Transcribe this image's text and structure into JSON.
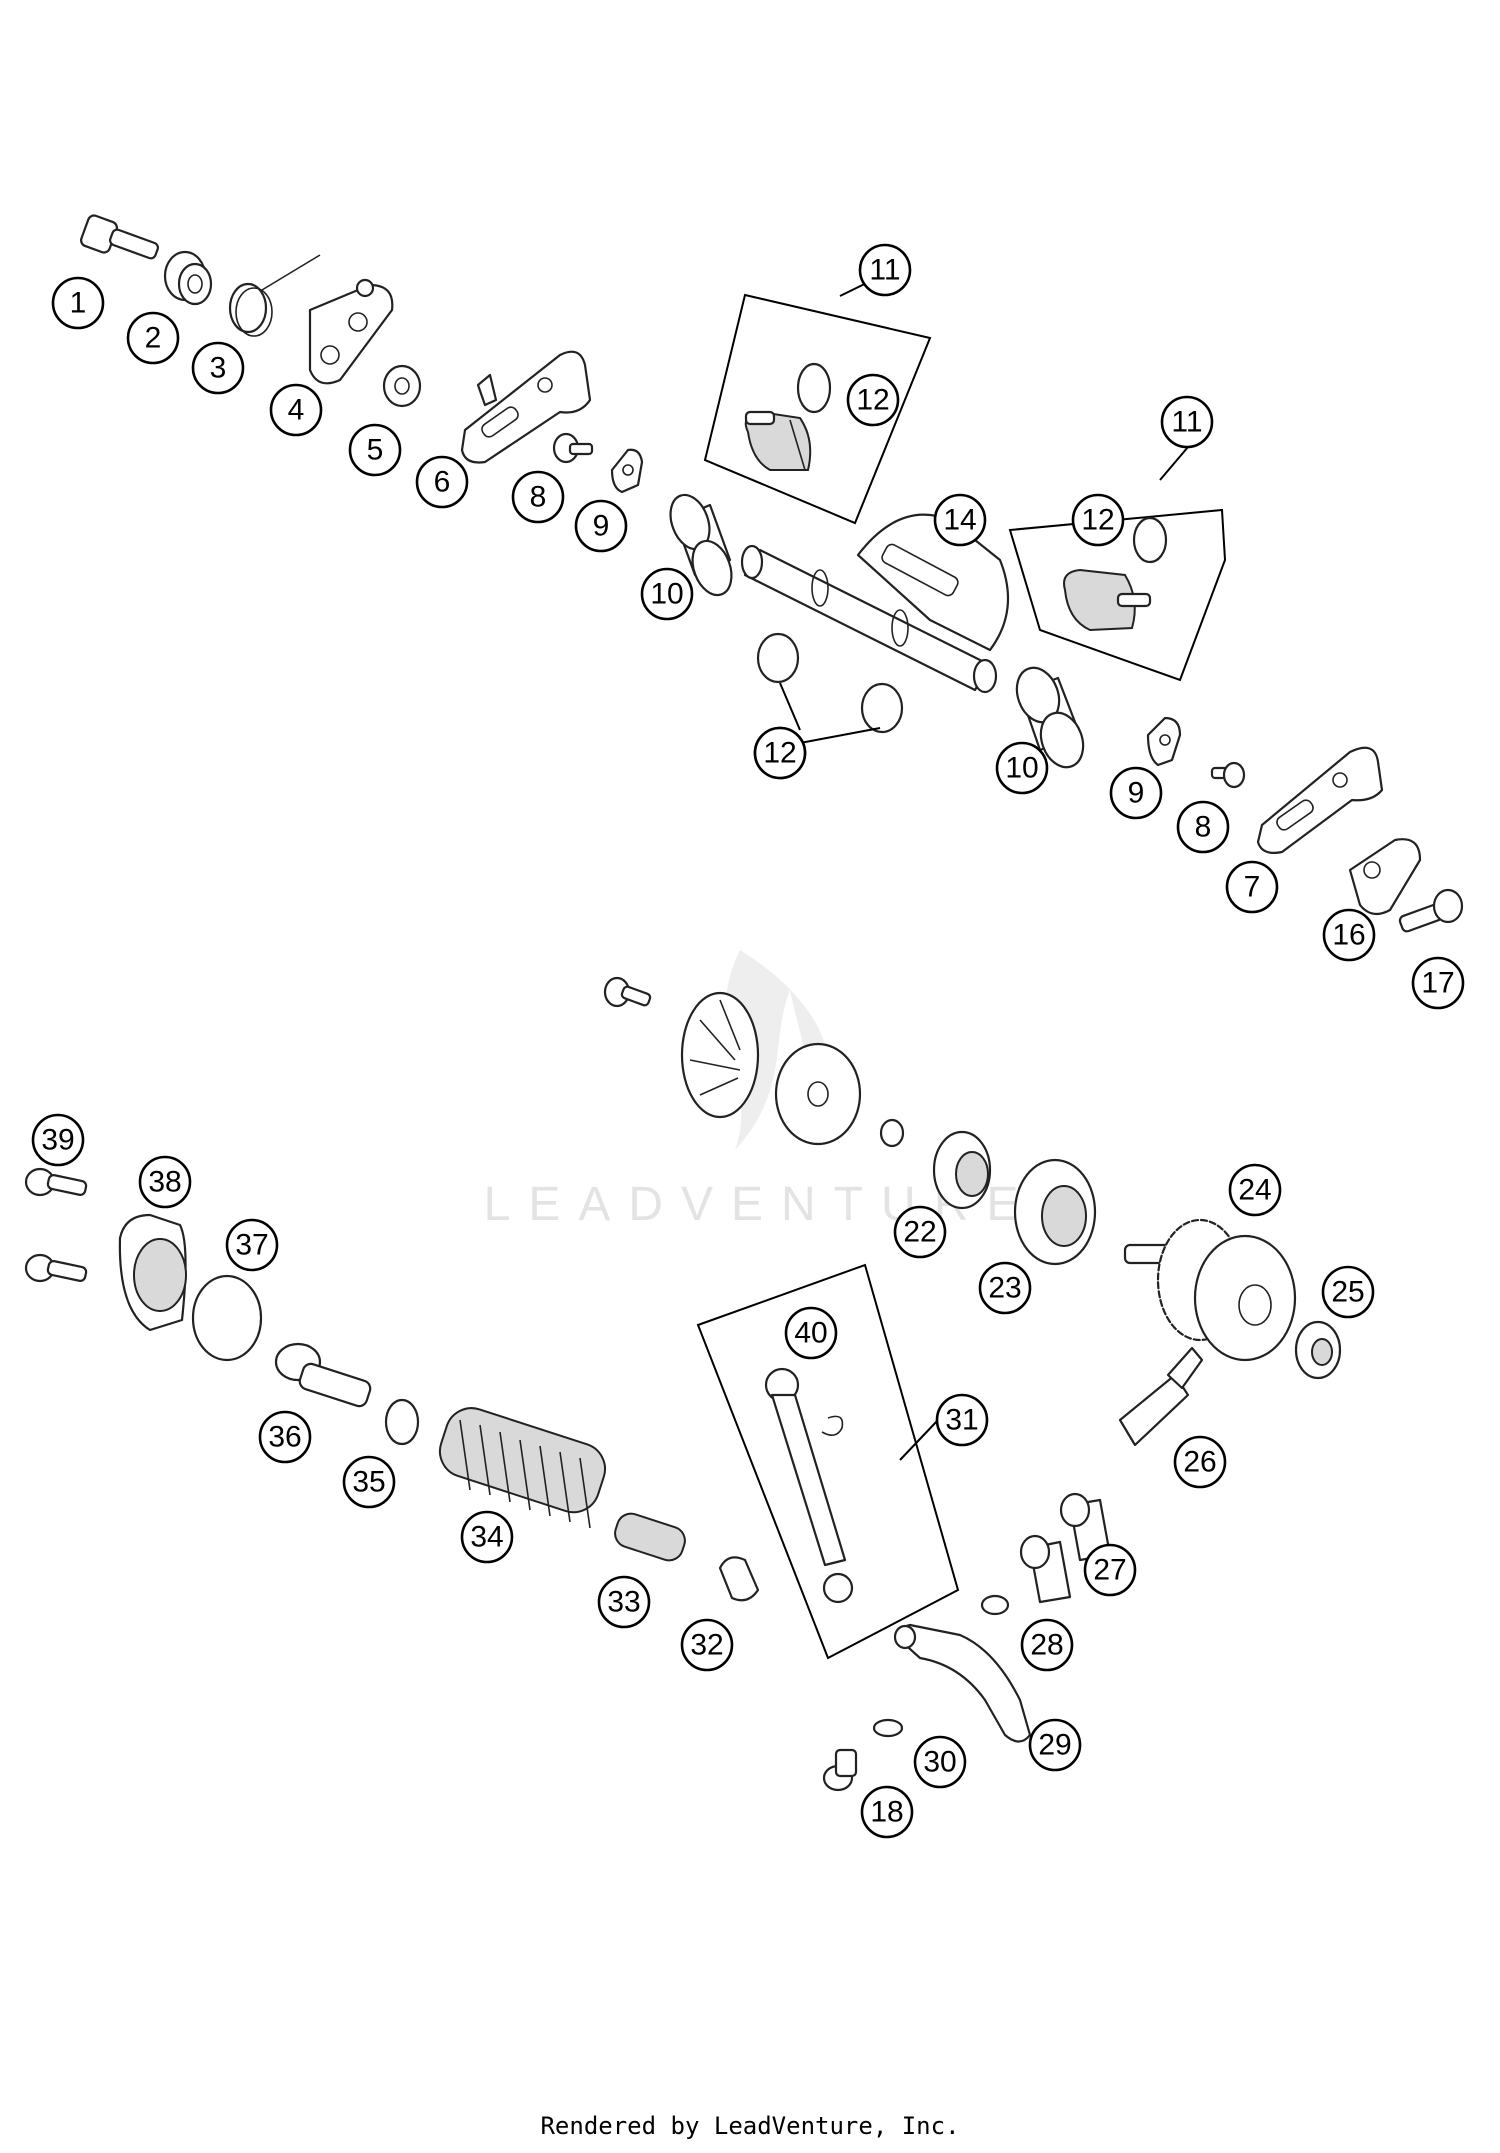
{
  "watermark": {
    "text": "LEADVENTURE"
  },
  "footer": {
    "text": "Rendered by LeadVenture, Inc."
  },
  "callouts": [
    "1",
    "2",
    "3",
    "4",
    "5",
    "6",
    "8",
    "9",
    "10",
    "11",
    "12",
    "12",
    "11",
    "12",
    "14",
    "12",
    "10",
    "9",
    "8",
    "7",
    "16",
    "17",
    "39",
    "38",
    "37",
    "36",
    "35",
    "34",
    "33",
    "32",
    "22",
    "23",
    "24",
    "25",
    "40",
    "31",
    "26",
    "27",
    "28",
    "29",
    "30",
    "18"
  ]
}
